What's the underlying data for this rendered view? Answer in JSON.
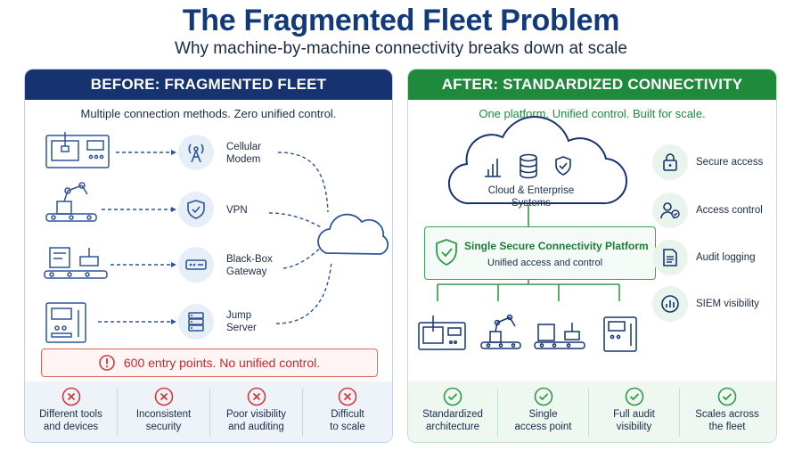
{
  "title": "The Fragmented Fleet Problem",
  "subtitle": "Why machine-by-machine connectivity breaks down at scale",
  "before": {
    "header": "BEFORE: FRAGMENTED FLEET",
    "tagline": "Multiple connection methods. Zero unified control.",
    "methods": [
      {
        "line1": "Cellular",
        "line2": "Modem",
        "icon": "antenna-icon"
      },
      {
        "line1": "VPN",
        "line2": "",
        "icon": "shield-icon"
      },
      {
        "line1": "Black-Box",
        "line2": "Gateway",
        "icon": "gateway-icon"
      },
      {
        "line1": "Jump",
        "line2": "Server",
        "icon": "server-icon"
      }
    ],
    "alert": "600 entry points. No unified control.",
    "problems": [
      {
        "line1": "Different tools",
        "line2": "and devices"
      },
      {
        "line1": "Inconsistent",
        "line2": "security"
      },
      {
        "line1": "Poor visibility",
        "line2": "and auditing"
      },
      {
        "line1": "Difficult",
        "line2": "to scale"
      }
    ]
  },
  "after": {
    "header": "AFTER: STANDARDIZED CONNECTIVITY",
    "tagline": "One platform. Unified control. Built for scale.",
    "cloud_label": "Cloud & Enterprise Systems",
    "platform_title": "Single Secure Connectivity Platform",
    "platform_sub": "Unified access and control",
    "features": [
      {
        "label": "Secure access",
        "icon": "lock-icon"
      },
      {
        "label": "Access control",
        "icon": "user-check-icon"
      },
      {
        "label": "Audit logging",
        "icon": "document-icon"
      },
      {
        "label": "SIEM visibility",
        "icon": "chart-icon"
      }
    ],
    "benefits": [
      {
        "line1": "Standardized",
        "line2": "architecture"
      },
      {
        "line1": "Single",
        "line2": "access point"
      },
      {
        "line1": "Full audit",
        "line2": "visibility"
      },
      {
        "line1": "Scales across",
        "line2": "the fleet"
      }
    ]
  },
  "colors": {
    "navy": "#17336f",
    "green": "#208a3c",
    "red": "#d13a3a"
  }
}
